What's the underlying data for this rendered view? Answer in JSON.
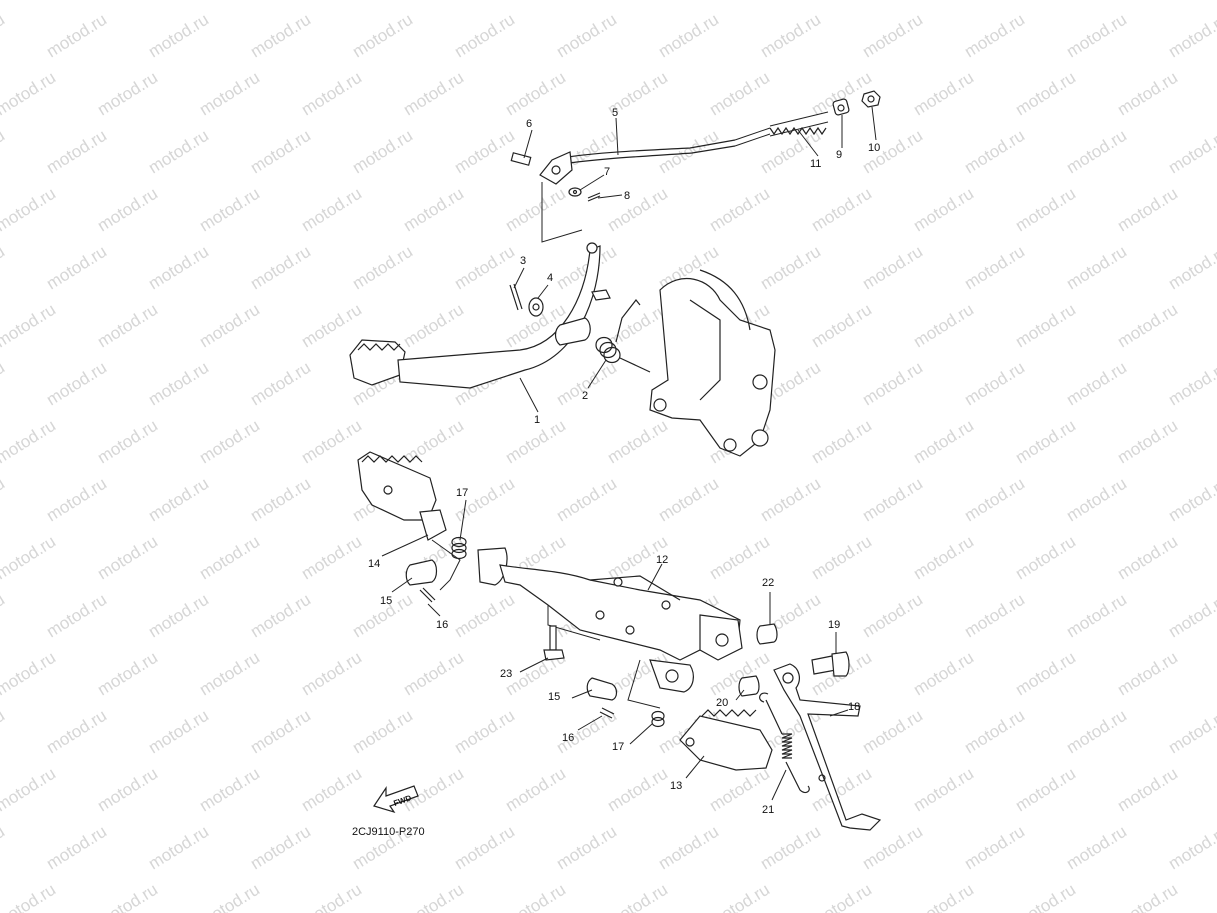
{
  "watermark": "motod.ru",
  "diagram_code": "2CJ9110-P270",
  "fwd_label": "FWD",
  "callouts": [
    {
      "id": "c1",
      "text": "1"
    },
    {
      "id": "c2",
      "text": "2"
    },
    {
      "id": "c3",
      "text": "3"
    },
    {
      "id": "c4",
      "text": "4"
    },
    {
      "id": "c5",
      "text": "5"
    },
    {
      "id": "c6",
      "text": "6"
    },
    {
      "id": "c7",
      "text": "7"
    },
    {
      "id": "c8",
      "text": "8"
    },
    {
      "id": "c9",
      "text": "9"
    },
    {
      "id": "c10",
      "text": "10"
    },
    {
      "id": "c11",
      "text": "11"
    },
    {
      "id": "c12",
      "text": "12"
    },
    {
      "id": "c13",
      "text": "13"
    },
    {
      "id": "c14",
      "text": "14"
    },
    {
      "id": "c15a",
      "text": "15"
    },
    {
      "id": "c15b",
      "text": "15"
    },
    {
      "id": "c16a",
      "text": "16"
    },
    {
      "id": "c16b",
      "text": "16"
    },
    {
      "id": "c17a",
      "text": "17"
    },
    {
      "id": "c17b",
      "text": "17"
    },
    {
      "id": "c18",
      "text": "18"
    },
    {
      "id": "c19",
      "text": "19"
    },
    {
      "id": "c20",
      "text": "20"
    },
    {
      "id": "c21",
      "text": "21"
    },
    {
      "id": "c22",
      "text": "22"
    },
    {
      "id": "c23",
      "text": "23"
    }
  ]
}
